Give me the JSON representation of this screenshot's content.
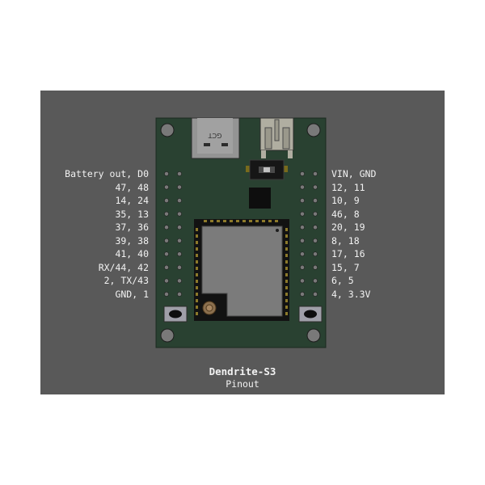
{
  "title": "Dendrite-S3",
  "subtitle": "Pinout",
  "left_pins": [
    "Battery out, D0",
    "47, 48",
    "14, 24",
    "35, 13",
    "37, 36",
    "39, 38",
    "41, 40",
    "RX/44, 42",
    "2, TX/43",
    "GND, 1"
  ],
  "right_pins": [
    "VIN, GND",
    "12, 11",
    "10, 9",
    "46, 8",
    "20, 19",
    "8, 18",
    "17, 16",
    "15, 7",
    "6, 5",
    "4, 3.3V"
  ],
  "board_marking": "GCT",
  "colors": {
    "background": "#595959",
    "board": "#2f4a38",
    "module": "#8c8c8c",
    "text": "#f2f2f2"
  }
}
